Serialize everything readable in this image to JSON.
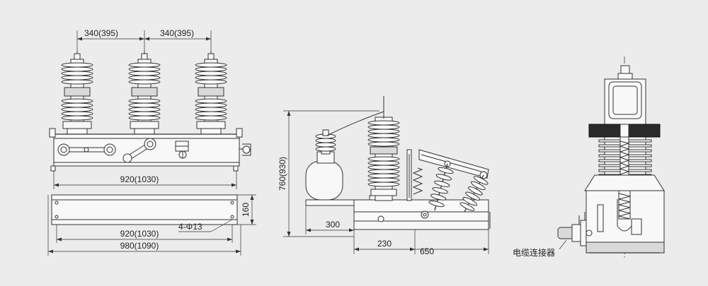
{
  "colors": {
    "background": "#ececec",
    "line": "#333333",
    "dark_band": "#2a2a2a",
    "light_fill": "#d9d9d9"
  },
  "front_view": {
    "spacing_left": "340(395)",
    "spacing_right": "340(395)",
    "width_top": "920(1030)"
  },
  "base_plan": {
    "height": "160",
    "hole_spacing": "920(1030)",
    "holes": "4-Φ13",
    "overall_width": "980(1090)"
  },
  "side_view": {
    "overall_height": "760(930)",
    "depth_left": "300",
    "depth_mid": "230",
    "depth_total": "650"
  },
  "section_view": {
    "cable_connector": "电缆连接器"
  }
}
